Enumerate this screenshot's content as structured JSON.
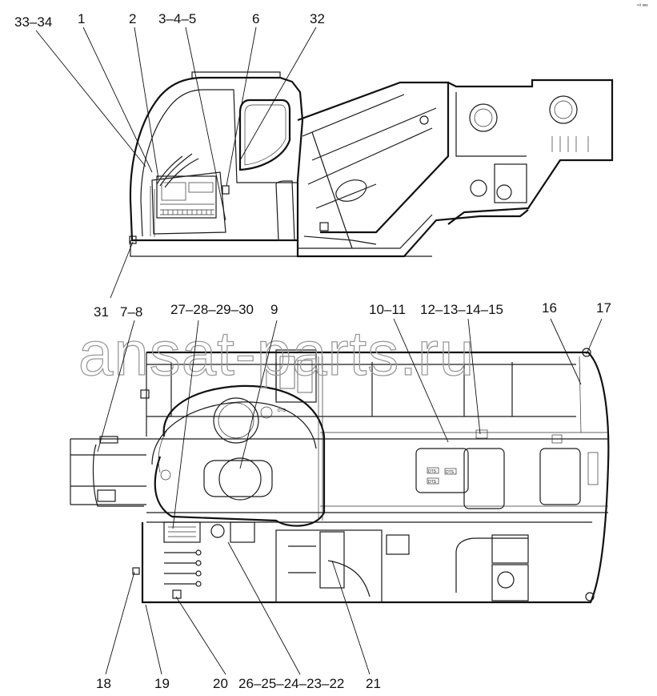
{
  "corner_mark": "⁴⁸ ᵃᵃᵃ",
  "watermark": "ansat-parts.ru",
  "callouts": {
    "c33_34": "33–34",
    "c1": "1",
    "c2": "2",
    "c3_4_5": "3–4–5",
    "c6": "6",
    "c32": "32",
    "c31": "31",
    "c7_8": "7–8",
    "c27_30": "27–28–29–30",
    "c9": "9",
    "c10_11": "10–11",
    "c12_15": "12–13–14–15",
    "c16": "16",
    "c17": "17",
    "c18": "18",
    "c19": "19",
    "c20": "20",
    "c26_22": "26–25–24–23–22",
    "c21": "21"
  },
  "tags": {
    "dt1": "DTS",
    "dt2": "DTS",
    "dt3": "DTS",
    "dt4": "DTS"
  }
}
